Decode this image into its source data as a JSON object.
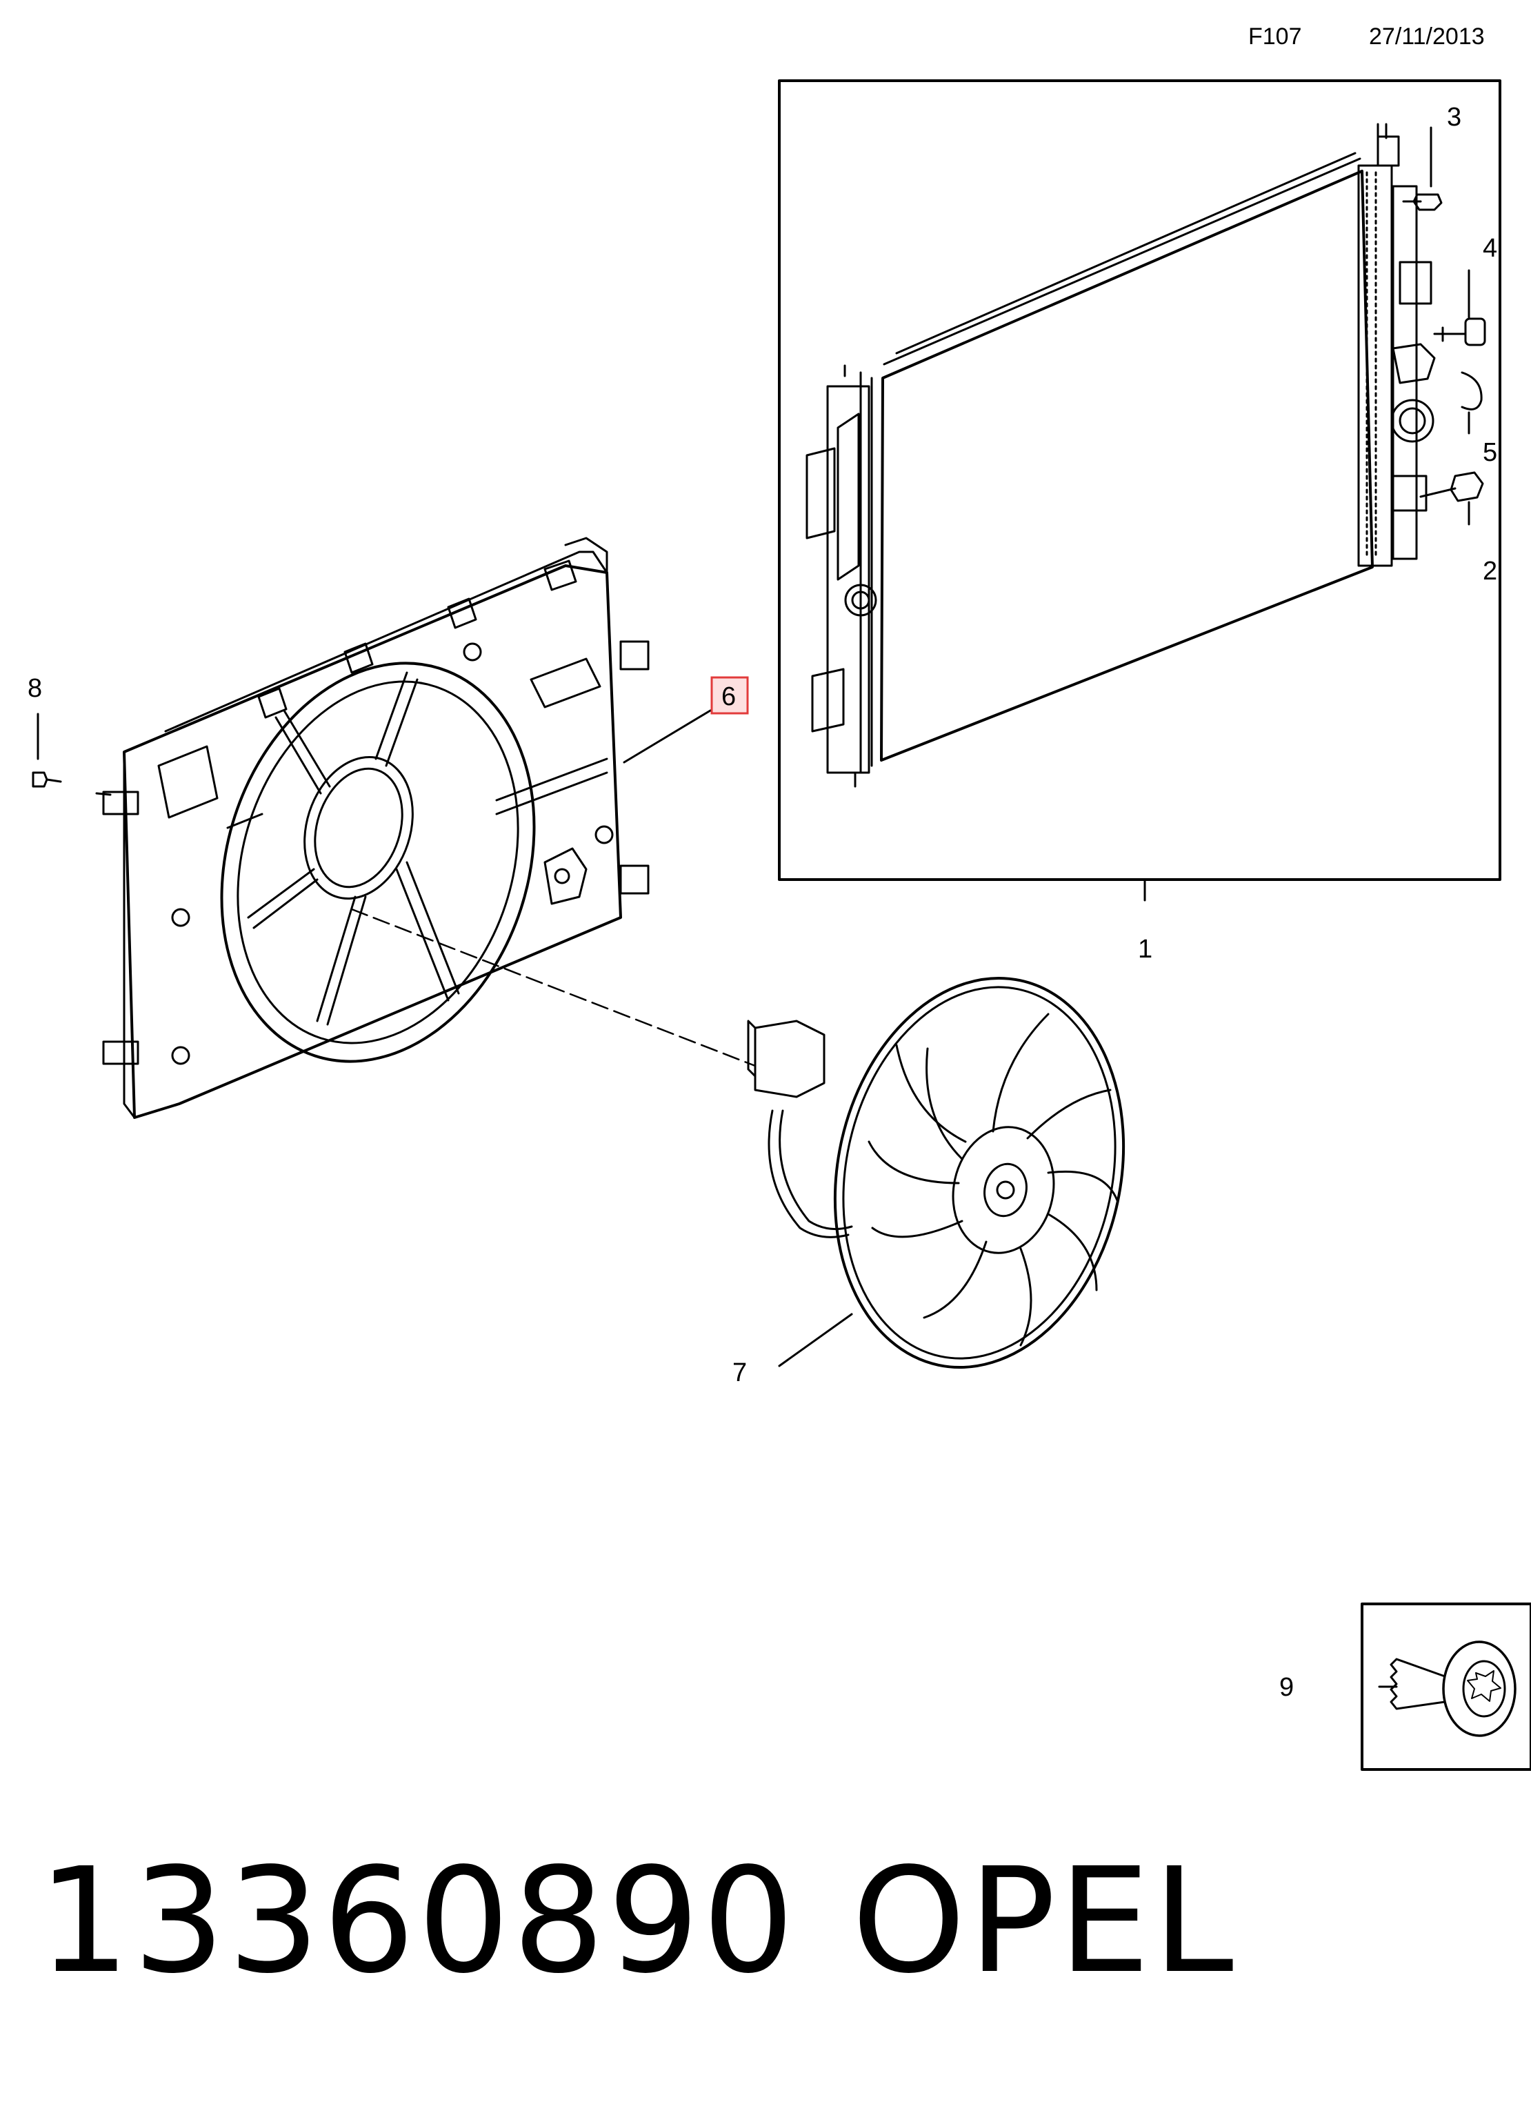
{
  "header": {
    "code": "F107",
    "date": "27/11/2013"
  },
  "callouts": {
    "radiator": "1",
    "drain_plug": "2",
    "bolt": "3",
    "bleed_screw": "4",
    "clip": "5",
    "fan_shroud": "6",
    "fan": "7",
    "screw": "8",
    "tapping_screw": "9"
  },
  "highlighted_callout": "6",
  "highlight_color": "#e23b3b",
  "footer": {
    "part_number": "13360890",
    "brand": "OPEL"
  }
}
